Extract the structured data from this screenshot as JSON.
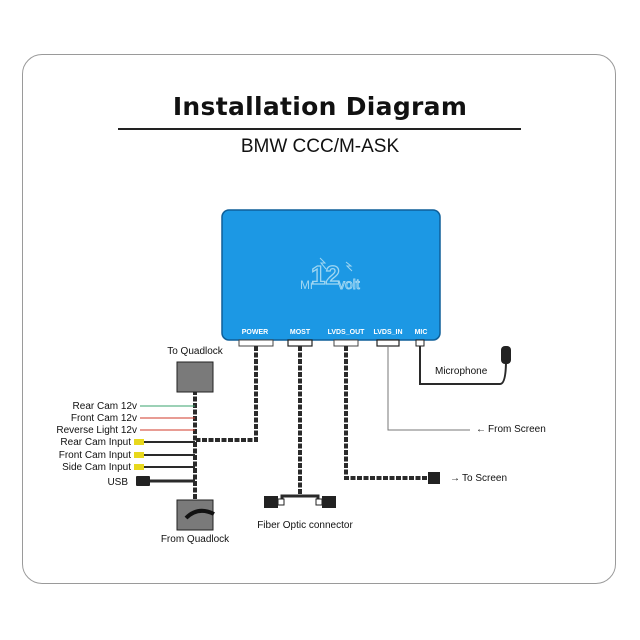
{
  "title": "Installation Diagram",
  "subtitle": "BMW CCC/M-ASK",
  "logo": {
    "text_mr": "Mr",
    "text_12": "12",
    "text_volt": "volt",
    "color": "#9fd6f2"
  },
  "colors": {
    "module": "#1c98e4",
    "module_border": "#0e5f99",
    "wire": "#2a2a2a",
    "yellow": "#e8d81c",
    "green": "#3aa36c",
    "red": "#d23a2a"
  },
  "ports": [
    "POWER",
    "MOST",
    "LVDS_OUT",
    "LVDS_IN",
    "MIC"
  ],
  "labels": {
    "to_quadlock": "To Quadlock",
    "from_quadlock": "From Quadlock",
    "microphone": "Microphone",
    "from_screen": "From Screen",
    "to_screen": "To Screen",
    "fiber_optic": "Fiber Optic connector",
    "usb": "USB"
  },
  "wire_labels": [
    "Rear Cam 12v",
    "Front Cam 12v",
    "Reverse Light 12v",
    "Rear Cam Input",
    "Front Cam Input",
    "Side Cam Input"
  ],
  "arrows": {
    "from_screen": "←",
    "to_screen": "→"
  }
}
